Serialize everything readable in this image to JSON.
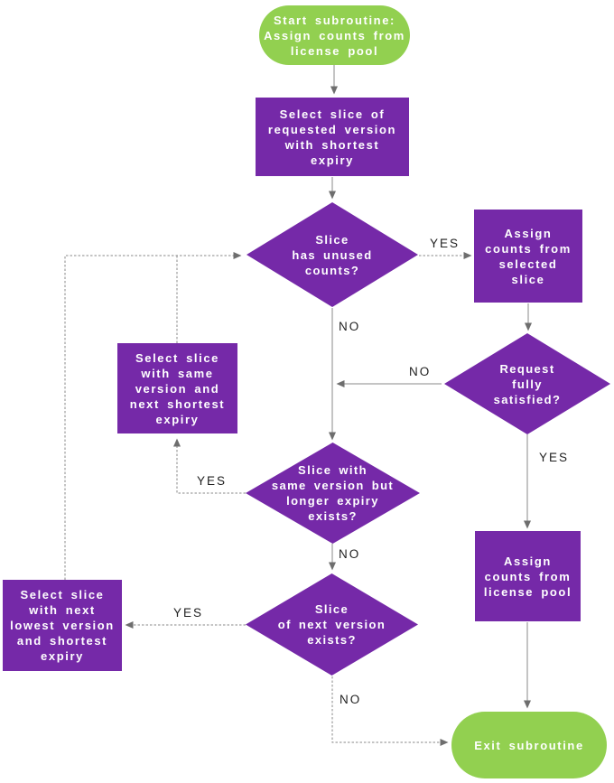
{
  "diagram": {
    "nodes": {
      "start": {
        "label": "Start subroutine:\nAssign counts from\nlicense pool"
      },
      "select_requested": {
        "label": "Select slice of\nrequested version\nwith shortest\nexpiry"
      },
      "d_unused": {
        "label": "Slice\nhas unused\ncounts?"
      },
      "assign_selected": {
        "label": "Assign\ncounts from\nselected\nslice"
      },
      "d_satisfied": {
        "label": "Request\nfully\nsatisfied?"
      },
      "select_same": {
        "label": "Select slice\nwith same\nversion and\nnext shortest\nexpiry"
      },
      "d_longer": {
        "label": "Slice with\nsame version but\nlonger expiry\nexists?"
      },
      "select_next": {
        "label": "Select slice\nwith next\nlowest version\nand shortest\nexpiry"
      },
      "d_nextver": {
        "label": "Slice\nof next version\nexists?"
      },
      "assign_pool": {
        "label": "Assign\ncounts from\nlicense pool"
      },
      "exit": {
        "label": "Exit subroutine"
      }
    },
    "edge_labels": {
      "d1_yes": "YES",
      "d1_no": "NO",
      "d2_no": "NO",
      "d2_yes": "YES",
      "d3_yes": "YES",
      "d3_no": "NO",
      "d4_yes": "YES",
      "d4_no": "NO"
    }
  },
  "colors": {
    "node_purple": "#7529a8",
    "node_green": "#92d050",
    "node_text": "#ffffff",
    "connector": "#8a8a8a",
    "arrowhead": "#6e6e6e",
    "edge_label_text": "#1f1f1f"
  }
}
